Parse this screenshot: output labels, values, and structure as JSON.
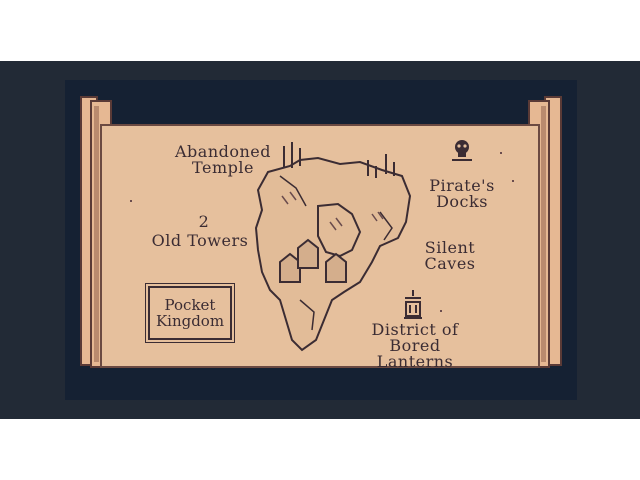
{
  "map": {
    "labels": {
      "abandoned_temple": "Abandoned\nTemple",
      "pirates_docks": "Pirate's\nDocks",
      "old_towers_number": "2",
      "old_towers": "Old Towers",
      "silent_caves": "Silent\nCaves",
      "pocket_kingdom": "Pocket\nKingdom",
      "district_bored_lanterns": "District of\nBored Lanterns"
    },
    "icons": [
      "skull-icon",
      "lantern-icon",
      "temple-ruins-icon",
      "towers-icon"
    ]
  },
  "colors": {
    "outer_frame": "#222a36",
    "game_background": "#152133",
    "parchment": "#e6c09d",
    "ink": "#3b2c33",
    "roll": "#e6b893"
  }
}
